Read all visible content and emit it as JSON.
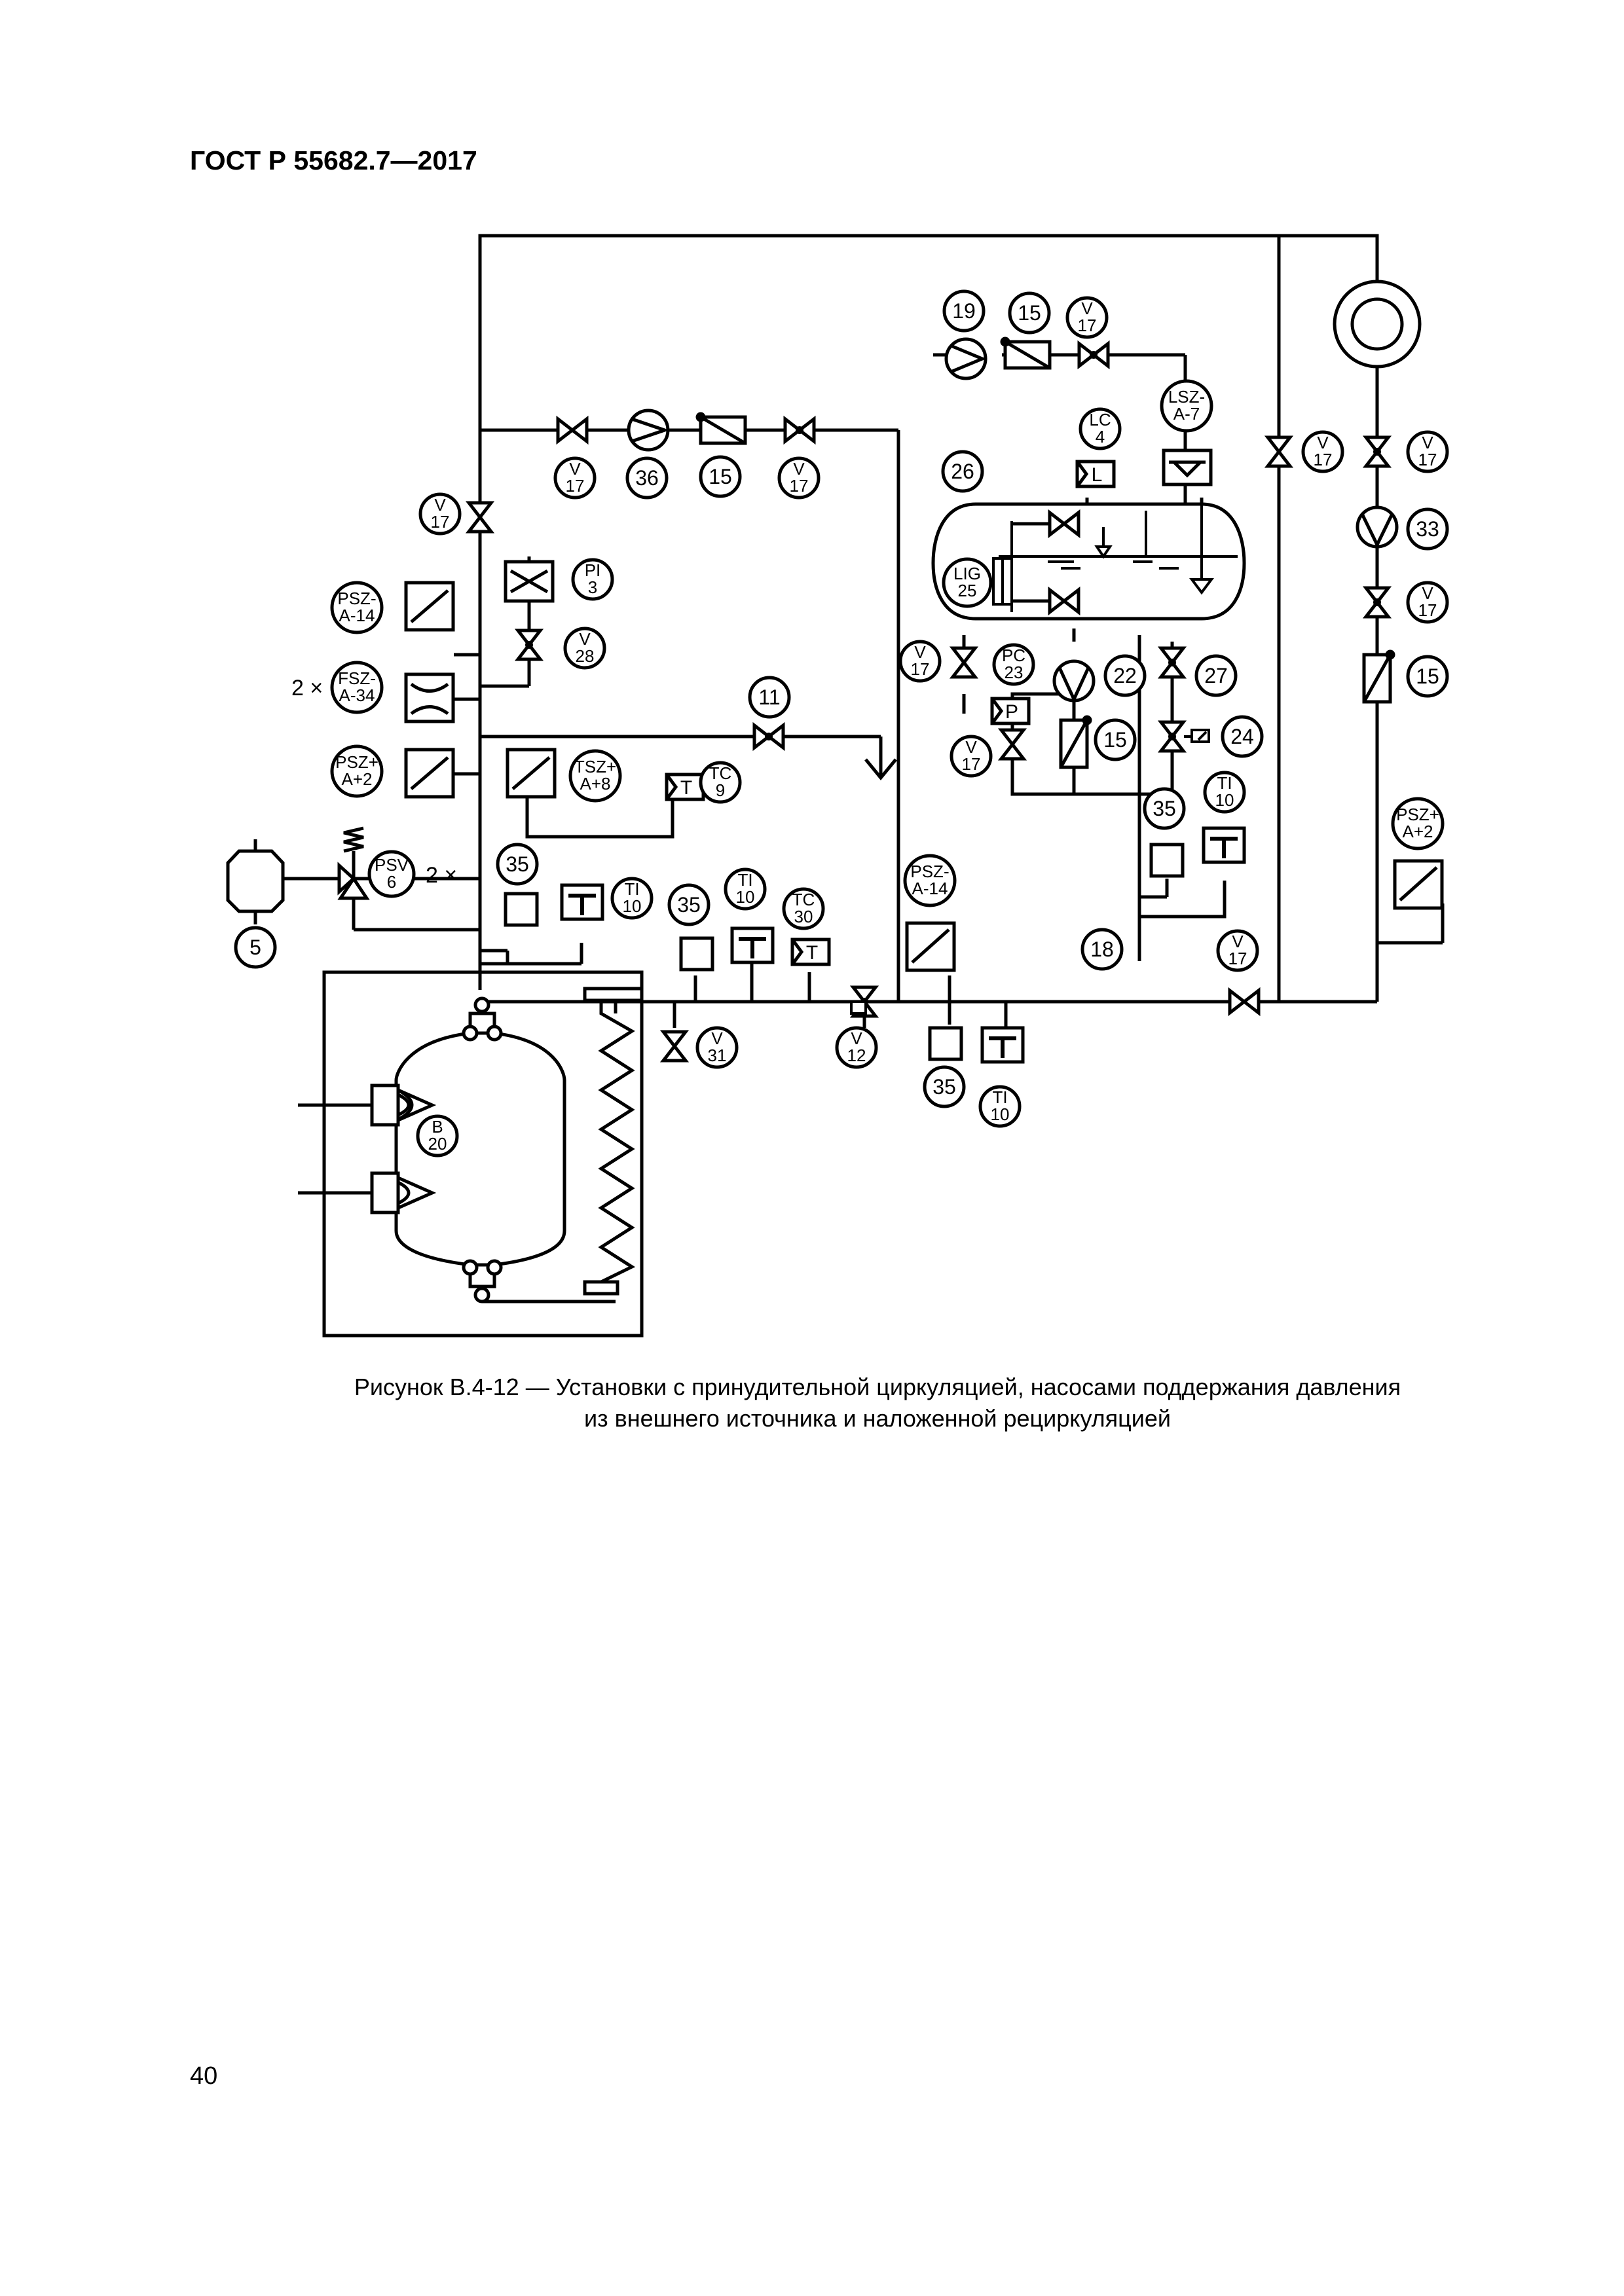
{
  "header": "ГОСТ Р 55682.7—2017",
  "caption": {
    "line1": "Рисунок В.4-12 — Установки с принудительной циркуляцией, насосами поддержания давления",
    "line2": "из внешнего источника и наложенной рециркуляцией"
  },
  "page_number": "40",
  "diagram_labels": {
    "v17": [
      "V",
      "17"
    ],
    "v28": [
      "V",
      "28"
    ],
    "v31": [
      "V",
      "31"
    ],
    "v12": [
      "V",
      "12"
    ],
    "pi3": [
      "PI",
      "3"
    ],
    "psz_a14": [
      "PSZ-",
      "A-14"
    ],
    "fsz_a34": [
      "FSZ-",
      "A-34"
    ],
    "psz_a2": [
      "PSZ+",
      "A+2"
    ],
    "tsz_a8": [
      "TSZ+",
      "A+8"
    ],
    "tc9": [
      "TC",
      "9"
    ],
    "tc30": [
      "TC",
      "30"
    ],
    "ti10": [
      "TI",
      "10"
    ],
    "psv6": [
      "PSV",
      "6"
    ],
    "lc4": [
      "LC",
      "4"
    ],
    "lsz_a7": [
      "LSZ-",
      "A-7"
    ],
    "lig25": [
      "LIG",
      "25"
    ],
    "pc23": [
      "PC",
      "23"
    ],
    "b20": [
      "B",
      "20"
    ],
    "n5": "5",
    "n11": "11",
    "n15": "15",
    "n18": "18",
    "n19": "19",
    "n22": "22",
    "n24": "24",
    "n26": "26",
    "n27": "27",
    "n33": "33",
    "n35": "35",
    "n36": "36",
    "times2": "2 ×",
    "L": "L",
    "T": "T",
    "P": "P"
  }
}
